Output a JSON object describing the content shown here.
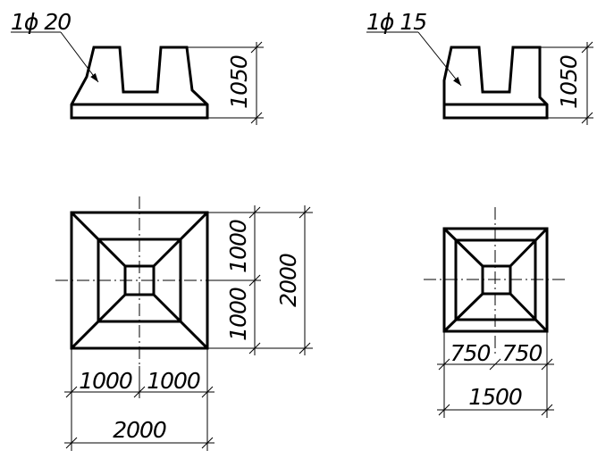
{
  "large_footing": {
    "callout": "1ϕ 20",
    "height": "1050",
    "half_width_right": "1000",
    "half_width_left": "1000",
    "half_depth_top": "1000",
    "half_depth_bottom": "1000",
    "total_width": "2000",
    "total_depth": "2000"
  },
  "small_footing": {
    "callout": "1ϕ 15",
    "height": "1050",
    "half_width_left": "750",
    "half_width_right": "750",
    "total_width": "1500"
  }
}
